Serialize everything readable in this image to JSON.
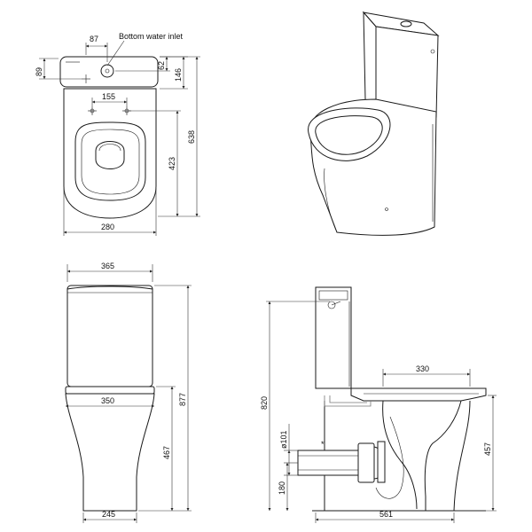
{
  "labels": {
    "bottom_inlet": "Bottom water inlet"
  },
  "top_view": {
    "d87": "87",
    "d89": "89",
    "d62": "62",
    "d146": "146",
    "d155": "155",
    "d638": "638",
    "d423": "423",
    "d280": "280"
  },
  "front_view": {
    "d365": "365",
    "d350": "350",
    "d877": "877",
    "d467": "467",
    "d245": "245"
  },
  "side_view": {
    "d330": "330",
    "d820": "820",
    "d101": "ø101",
    "d457": "457",
    "d180": "180",
    "d561": "561",
    "asterisk": "*"
  }
}
